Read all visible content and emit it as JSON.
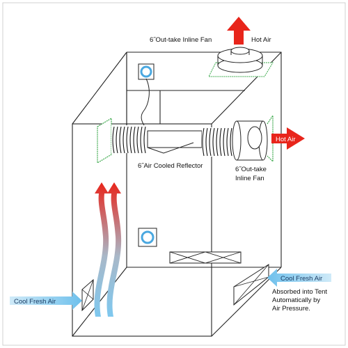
{
  "labels": {
    "top_fan": "6˝Out-take Inline Fan",
    "hot_air_top": "Hot Air",
    "hot_air_side": "Hot Air",
    "reflector": "6˝Air Cooled Reflector",
    "side_fan_line1": "6˝Out-take",
    "side_fan_line2": "Inline Fan",
    "cool_air_left": "Cool Fresh Air",
    "cool_air_right": "Cool Fresh Air",
    "note_line1": "Absorbed into Tent",
    "note_line2": "Automatically by",
    "note_line3": "Air Pressure."
  },
  "colors": {
    "hot_arrow": "#e8251b",
    "cool_arrow": "#8fd0f0",
    "filter_green": "#3aa84a",
    "vent_blue": "#4aa8e0"
  }
}
